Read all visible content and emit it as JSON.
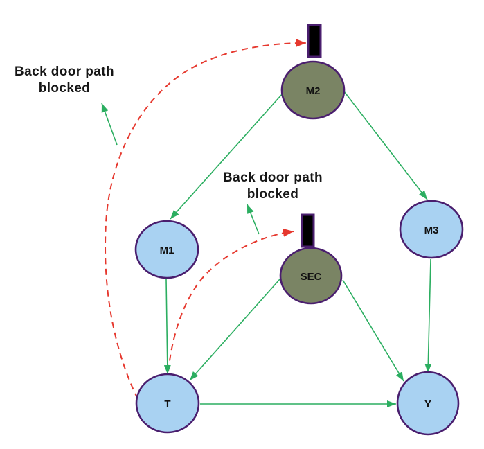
{
  "colors": {
    "background": "#FFFFFF",
    "node_fill_blue": "#A9D2F2",
    "node_fill_olive": "#7A8464",
    "node_border_purple": "#4A1E6E",
    "edge_green": "#2BAE60",
    "blocked_red": "#E6382E",
    "bar_black": "#000000",
    "annotation_text": "#161616"
  },
  "nodes": {
    "m2": {
      "label": "M2",
      "fill": "olive"
    },
    "m1": {
      "label": "M1",
      "fill": "blue"
    },
    "m3": {
      "label": "M3",
      "fill": "blue"
    },
    "sec": {
      "label": "SEC",
      "fill": "olive"
    },
    "t": {
      "label": "T",
      "fill": "blue"
    },
    "y": {
      "label": "Y",
      "fill": "blue"
    }
  },
  "annotations": [
    {
      "line1": "Back door path",
      "line2": "blocked"
    },
    {
      "line1": "Back door path",
      "line2": "blocked"
    }
  ],
  "edges": [
    {
      "from": "M2",
      "to": "M1",
      "kind": "causal-green-arrow"
    },
    {
      "from": "M2",
      "to": "M3",
      "kind": "causal-green-arrow"
    },
    {
      "from": "M1",
      "to": "T",
      "kind": "causal-green-arrow"
    },
    {
      "from": "M3",
      "to": "Y",
      "kind": "causal-green-arrow"
    },
    {
      "from": "SEC",
      "to": "T",
      "kind": "causal-green-arrow"
    },
    {
      "from": "SEC",
      "to": "Y",
      "kind": "causal-green-arrow"
    },
    {
      "from": "T",
      "to": "Y",
      "kind": "causal-green-arrow"
    },
    {
      "from": "T",
      "to": "M2-block-bar",
      "kind": "backdoor-blocked-red-dashed"
    },
    {
      "from": "T",
      "to": "SEC-block-bar",
      "kind": "backdoor-blocked-red-dashed"
    }
  ],
  "block_bars": [
    {
      "name": "block-bar-above-m2"
    },
    {
      "name": "block-bar-above-sec"
    }
  ]
}
